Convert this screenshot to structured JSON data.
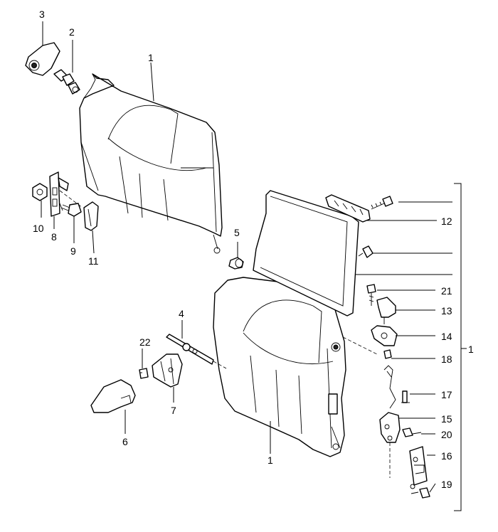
{
  "labels": {
    "n1a": "1",
    "n1b": "1",
    "n1c": "1",
    "n2": "2",
    "n3": "3",
    "n4": "4",
    "n5": "5",
    "n6": "6",
    "n7": "7",
    "n8": "8",
    "n9": "9",
    "n10": "10",
    "n11": "11",
    "n12": "12",
    "n13": "13",
    "n14": "14",
    "n15": "15",
    "n16": "16",
    "n17": "17",
    "n18": "18",
    "n19": "19",
    "n20": "20",
    "n21": "21",
    "n22": "22"
  }
}
